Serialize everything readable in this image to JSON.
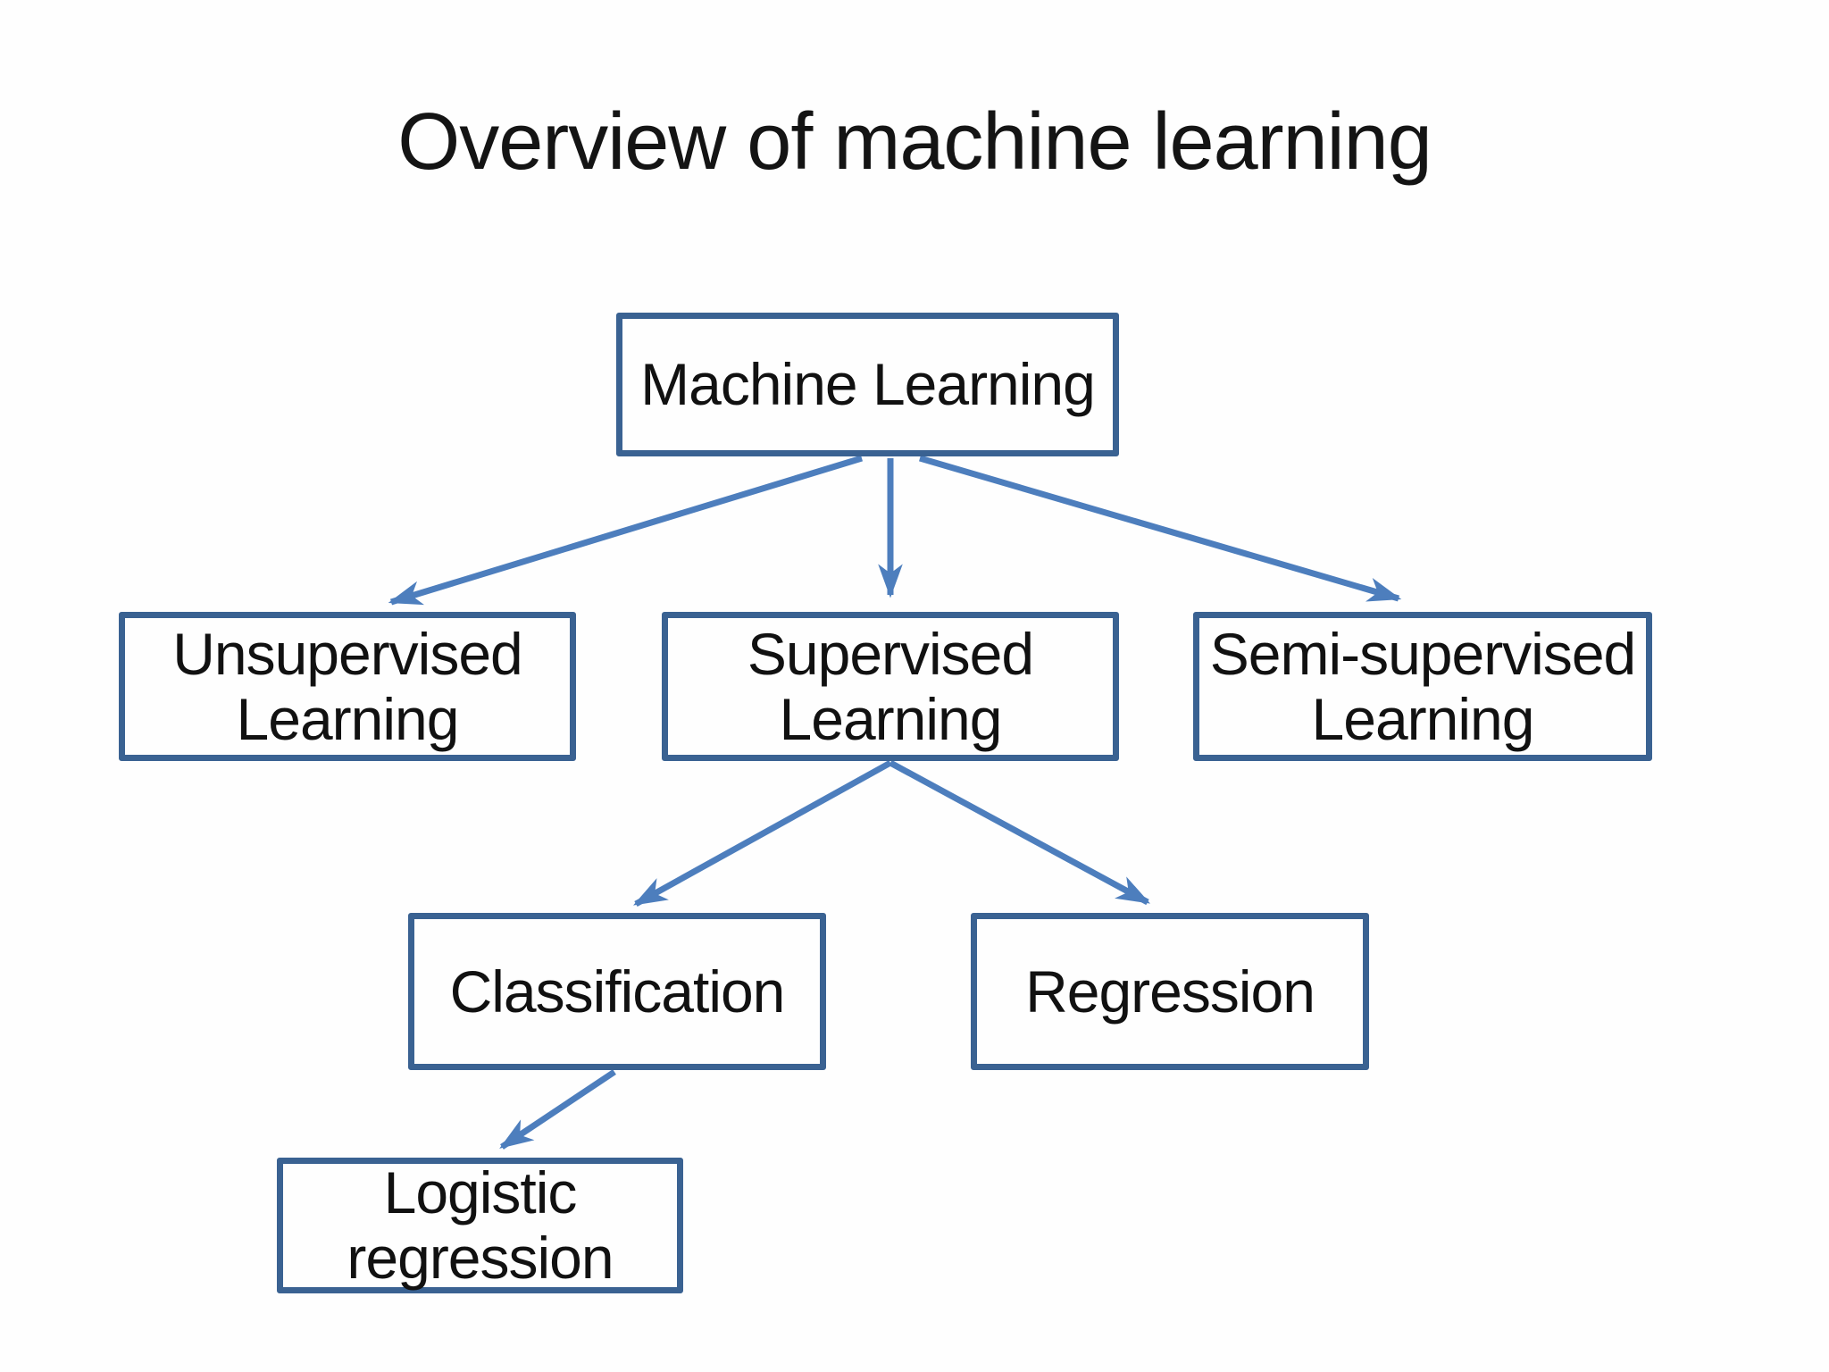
{
  "slide": {
    "title": "Overview of machine learning",
    "background_color": "#fefefe"
  },
  "diagram": {
    "type": "flowchart",
    "colors": {
      "box_border": "#3a6292",
      "box_fill": "#fefefe",
      "arrow": "#4d7ebd",
      "text": "#111111"
    },
    "nodes": [
      {
        "id": "machine-learning",
        "label": "Machine Learning",
        "level": 0
      },
      {
        "id": "unsupervised-learning",
        "label": "Unsupervised Learning",
        "level": 1
      },
      {
        "id": "supervised-learning",
        "label": "Supervised Learning",
        "level": 1
      },
      {
        "id": "semi-supervised-learning",
        "label": "Semi-supervised Learning",
        "level": 1
      },
      {
        "id": "classification",
        "label": "Classification",
        "level": 2
      },
      {
        "id": "regression",
        "label": "Regression",
        "level": 2
      },
      {
        "id": "logistic-regression",
        "label": "Logistic regression",
        "level": 3
      }
    ],
    "edges": [
      {
        "from": "machine-learning",
        "to": "unsupervised-learning"
      },
      {
        "from": "machine-learning",
        "to": "supervised-learning"
      },
      {
        "from": "machine-learning",
        "to": "semi-supervised-learning"
      },
      {
        "from": "supervised-learning",
        "to": "classification"
      },
      {
        "from": "supervised-learning",
        "to": "regression"
      },
      {
        "from": "classification",
        "to": "logistic-regression"
      }
    ]
  }
}
